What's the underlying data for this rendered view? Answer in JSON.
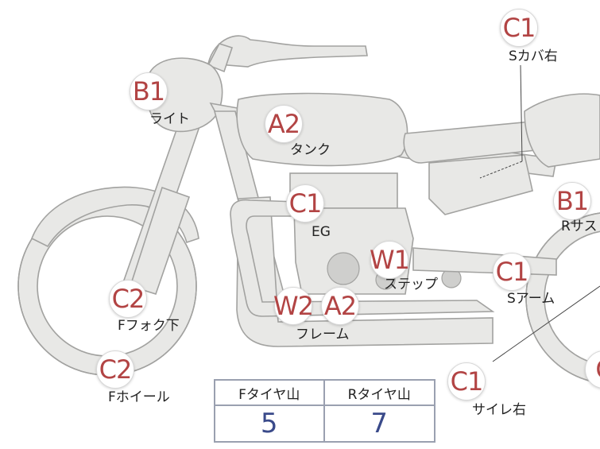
{
  "badges": {
    "light": "B1",
    "tank": "A2",
    "engine": "C1",
    "step": "W1",
    "frame_w": "W2",
    "frame_a": "A2",
    "ffork": "C2",
    "fwheel": "C2",
    "scover": "C1",
    "rsus": "B1",
    "sarm": "C1",
    "muffler": "C1",
    "rwheel": "C"
  },
  "labels": {
    "light": "ライト",
    "tank": "タンク",
    "engine": "EG",
    "step": "ステップ",
    "frame": "フレーム",
    "ffork": "Fフォク下",
    "fwheel": "Fホイール",
    "scover": "Sカバ右",
    "rsus": "Rサス",
    "sarm": "Sアーム",
    "muffler": "サイレ右"
  },
  "tire_table": {
    "front_header": "Fタイヤ山",
    "rear_header": "Rタイヤ山",
    "front_value": "5",
    "rear_value": "7"
  },
  "colors": {
    "badge_text": "#b24444",
    "table_value": "#3a4a8a",
    "part_fill": "#e8e8e6"
  }
}
